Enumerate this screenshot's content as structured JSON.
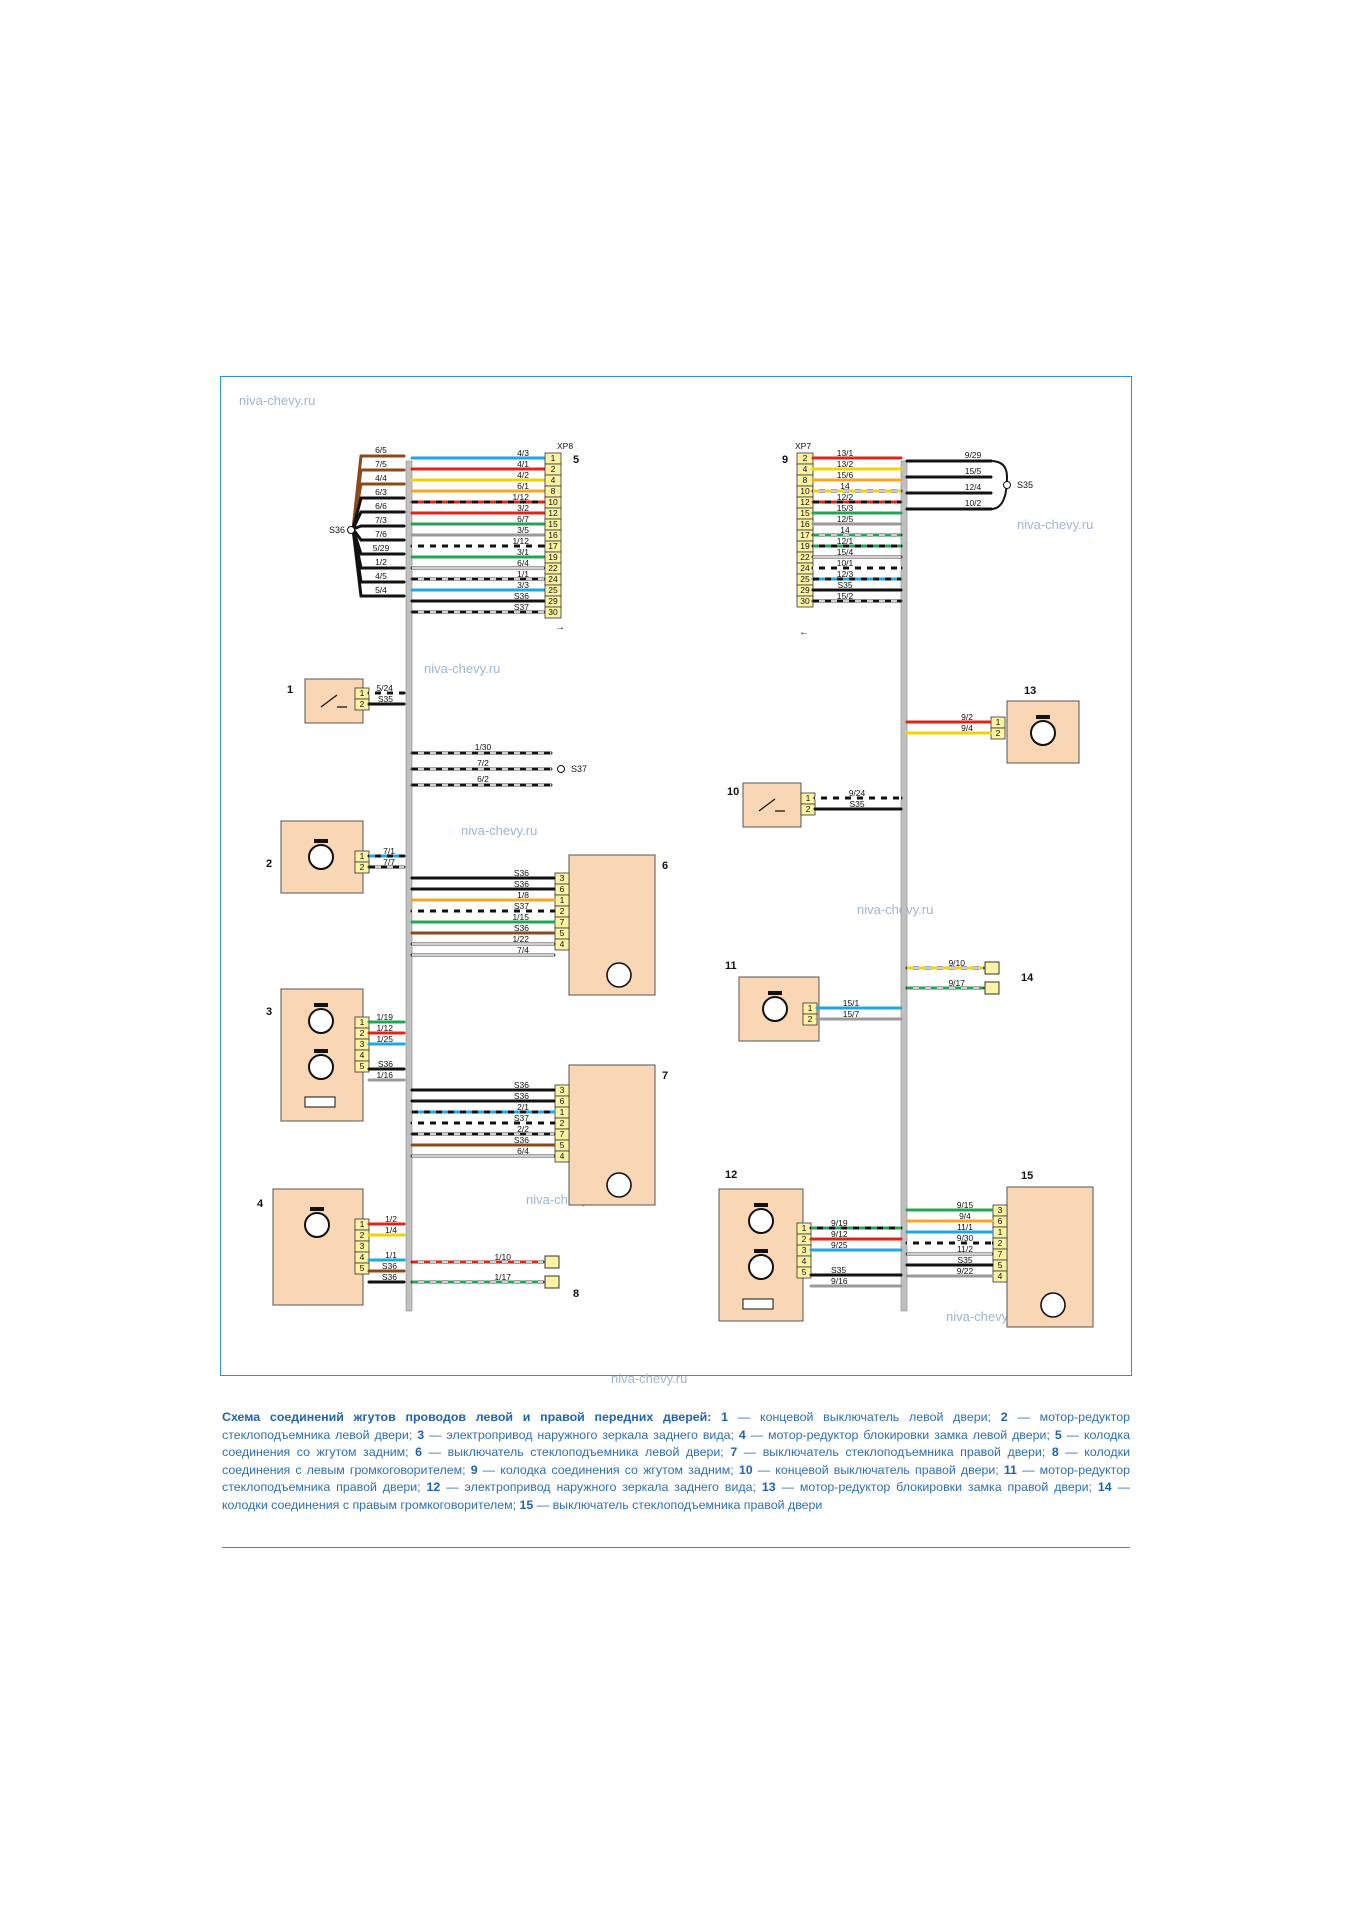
{
  "watermark": "niva-chevy.ru",
  "colors": {
    "frame": "#2f8fd8",
    "component_fill": "#f9d6b4",
    "connector_fill": "#fbf3a3",
    "harness": "#c0c0c0",
    "black": "#111111",
    "red": "#e2231a",
    "blue": "#1ea6e6",
    "yellow": "#f2d200",
    "orange": "#f5a623",
    "green": "#21a454",
    "brown": "#8a4a1c",
    "gray": "#9a9a9a",
    "white": "#ffffff"
  },
  "labels": {
    "xp8": "XP8",
    "xp7": "XP7",
    "s36": "S36",
    "s35": "S35",
    "s37": "S37",
    "c1": "1",
    "c2": "2",
    "c3": "3",
    "c4": "4",
    "c5": "5",
    "c6": "6",
    "c7": "7",
    "c8": "8",
    "c9": "9",
    "c10": "10",
    "c11": "11",
    "c12": "12",
    "c13": "13",
    "c14": "14",
    "c15": "15"
  },
  "star_s36": [
    "6/5",
    "7/5",
    "4/4",
    "6/3",
    "6/6",
    "7/3",
    "7/6",
    "5/29",
    "1/2",
    "4/5",
    "5/4"
  ],
  "xp8_rows": [
    {
      "pin": "1",
      "wire": "4/3"
    },
    {
      "pin": "2",
      "wire": "4/1"
    },
    {
      "pin": "4",
      "wire": "4/2"
    },
    {
      "pin": "8",
      "wire": "6/1"
    },
    {
      "pin": "10",
      "wire": "1/12"
    },
    {
      "pin": "12",
      "wire": "3/2"
    },
    {
      "pin": "15",
      "wire": "6/7"
    },
    {
      "pin": "16",
      "wire": "3/5"
    },
    {
      "pin": "17",
      "wire": "1/12"
    },
    {
      "pin": "19",
      "wire": "3/1"
    },
    {
      "pin": "22",
      "wire": "6/4"
    },
    {
      "pin": "24",
      "wire": "1/1"
    },
    {
      "pin": "25",
      "wire": "3/3"
    },
    {
      "pin": "29",
      "wire": "S36"
    },
    {
      "pin": "30",
      "wire": "S37"
    }
  ],
  "xp7_rows": [
    {
      "pin": "2",
      "wire": "13/1"
    },
    {
      "pin": "4",
      "wire": "13/2"
    },
    {
      "pin": "8",
      "wire": "15/6"
    },
    {
      "pin": "10",
      "wire": "14"
    },
    {
      "pin": "12",
      "wire": "12/2"
    },
    {
      "pin": "15",
      "wire": "15/3"
    },
    {
      "pin": "16",
      "wire": "12/5"
    },
    {
      "pin": "17",
      "wire": "14"
    },
    {
      "pin": "19",
      "wire": "12/1"
    },
    {
      "pin": "22",
      "wire": "15/4"
    },
    {
      "pin": "24",
      "wire": "10/1"
    },
    {
      "pin": "25",
      "wire": "12/3"
    },
    {
      "pin": "29",
      "wire": "S35"
    },
    {
      "pin": "30",
      "wire": "15/2"
    }
  ],
  "star_s35": [
    "9/29",
    "15/5",
    "12/4",
    "10/2"
  ],
  "star_s37": [
    "1/30",
    "7/2",
    "6/2"
  ],
  "comp1": {
    "pins": [
      "1",
      "2"
    ],
    "wires": [
      "5/24",
      "S35"
    ]
  },
  "comp2": {
    "pins": [
      "1",
      "2"
    ],
    "wires": [
      "7/1",
      "7/7"
    ]
  },
  "comp3": {
    "pins": [
      "1",
      "2",
      "3",
      "4",
      "5"
    ],
    "wires": [
      "1/19",
      "1/12",
      "1/25",
      "S36",
      "1/16"
    ]
  },
  "comp4": {
    "pins": [
      "1",
      "2",
      "3",
      "4",
      "5"
    ],
    "wires": [
      "1/2",
      "1/4",
      "1/1",
      "S36",
      "S36"
    ]
  },
  "comp6": {
    "pins": [
      "3",
      "6",
      "1",
      "2",
      "7",
      "5",
      "4"
    ],
    "wires": [
      "S36",
      "S36",
      "1/8",
      "S37",
      "1/15",
      "S36",
      "1/22",
      "7/4"
    ]
  },
  "comp7": {
    "pins": [
      "3",
      "6",
      "1",
      "2",
      "7",
      "5",
      "4"
    ],
    "wires": [
      "S36",
      "S36",
      "2/1",
      "S37",
      "2/2",
      "S36",
      "6/4"
    ]
  },
  "comp8": {
    "wires": [
      "1/10",
      "1/17"
    ]
  },
  "comp10": {
    "pins": [
      "1",
      "2"
    ],
    "wires": [
      "9/24",
      "S35"
    ]
  },
  "comp11": {
    "pins": [
      "1",
      "2"
    ],
    "wires": [
      "15/1",
      "15/7"
    ]
  },
  "comp12": {
    "pins": [
      "1",
      "2",
      "3",
      "4",
      "5"
    ],
    "wires": [
      "9/19",
      "9/12",
      "9/25",
      "S35",
      "9/16"
    ]
  },
  "comp13": {
    "pins": [
      "1",
      "2"
    ],
    "wires": [
      "9/2",
      "9/4"
    ]
  },
  "comp14": {
    "wires": [
      "9/10",
      "9/17"
    ]
  },
  "comp15": {
    "pins": [
      "3",
      "6",
      "1",
      "2",
      "7",
      "5",
      "4"
    ],
    "wires": [
      "9/15",
      "9/4",
      "11/1",
      "9/30",
      "11/2",
      "S35",
      "9/22"
    ]
  },
  "caption": {
    "title": "Схема соединений жгутов проводов левой и правой передних дверей:",
    "items": [
      {
        "n": "1",
        "text": "— концевой выключатель левой двери;"
      },
      {
        "n": "2",
        "text": "— мотор-редуктор стеклоподъемника левой двери;"
      },
      {
        "n": "3",
        "text": "— электропривод наружного зеркала заднего вида;"
      },
      {
        "n": "4",
        "text": "— мотор-редуктор блокировки замка левой двери;"
      },
      {
        "n": "5",
        "text": "— колодка соединения со жгутом задним;"
      },
      {
        "n": "6",
        "text": "— выключатель стеклоподъемника левой двери;"
      },
      {
        "n": "7",
        "text": "— выключатель стеклоподъемника правой двери;"
      },
      {
        "n": "8",
        "text": "— колодки соединения с левым громкоговорителем;"
      },
      {
        "n": "9",
        "text": "— колодка соединения со жгутом задним;"
      },
      {
        "n": "10",
        "text": "— концевой выключатель правой двери;"
      },
      {
        "n": "11",
        "text": "— мотор-редуктор стеклоподъемника правой двери;"
      },
      {
        "n": "12",
        "text": "— электропривод наружного зеркала заднего вида;"
      },
      {
        "n": "13",
        "text": "— мотор-редуктор блокировки замка правой двери;"
      },
      {
        "n": "14",
        "text": "— колодки соединения с правым громкоговорителем;"
      },
      {
        "n": "15",
        "text": "— выключатель стеклоподъемника правой двери"
      }
    ]
  }
}
